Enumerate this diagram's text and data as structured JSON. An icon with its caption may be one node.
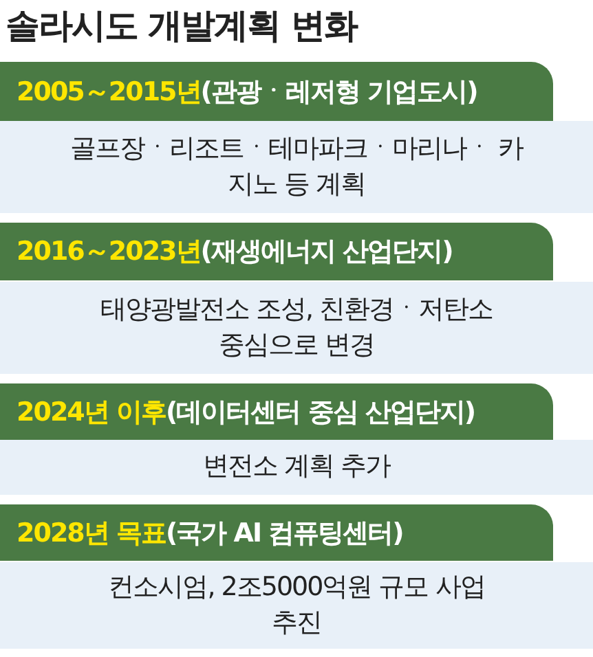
{
  "diagram": {
    "title": "솔라시도 개발계획 변화",
    "nodes": [
      {
        "text": [
          "2005～2015년",
          "(관광ㆍ레저형 기업도시)"
        ]
      },
      {
        "text": [
          "골프장ㆍ리조트ㆍ테마파크ㆍ마리나ㆍ 카지노 등 계획"
        ]
      },
      {
        "text": [
          "2016～2023년",
          "(재생에너지 산업단지)"
        ]
      },
      {
        "text": [
          "태양광발전소 조성, 친환경ㆍ저탄소 중심으로 변경"
        ]
      },
      {
        "text": [
          "2024년 이후",
          "(데이터센터 중심 산업단지)"
        ]
      },
      {
        "text": [
          "변전소 계획 추가"
        ]
      },
      {
        "text": [
          "2028년 목표",
          "(국가 AI 컴퓨팅센터)"
        ]
      },
      {
        "text": [
          "컨소시엄, 2조5000억원 규모 사업 추진"
        ]
      }
    ]
  }
}
